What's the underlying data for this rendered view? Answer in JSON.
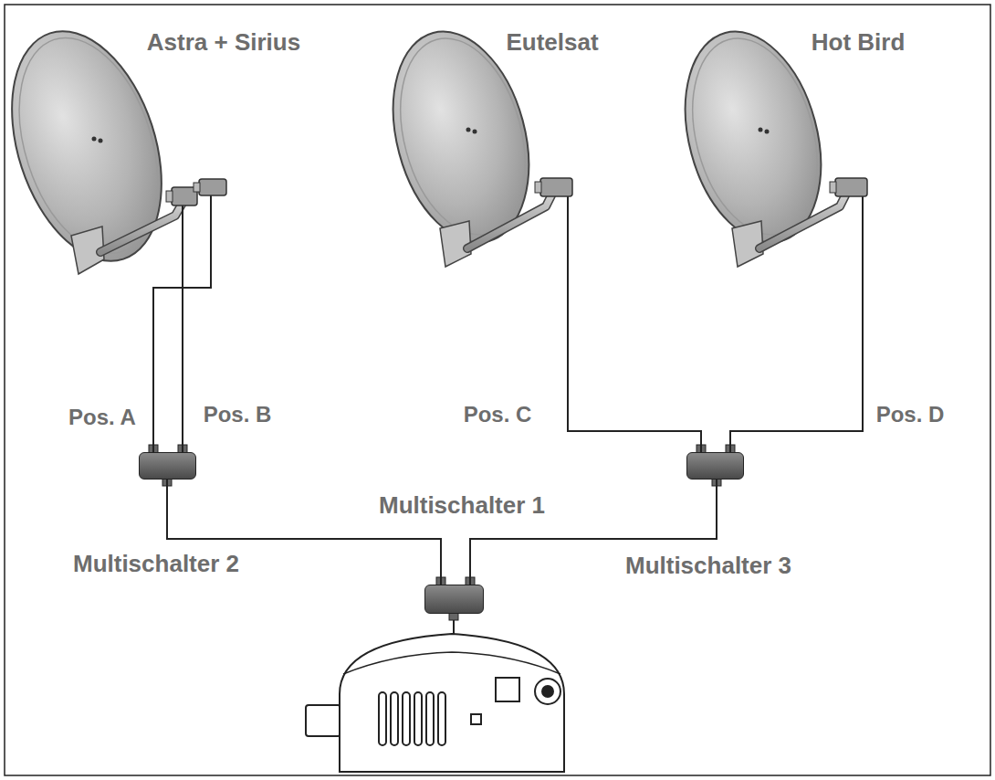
{
  "diagram": {
    "nodes": [
      {
        "text": [
          "Astra + Sirius"
        ]
      },
      {
        "text": [
          "Eutelsat"
        ]
      },
      {
        "text": [
          "Hot Bird"
        ]
      },
      {
        "text": [
          "Multischalter 2"
        ]
      },
      {
        "text": [
          "Multischalter 3"
        ]
      },
      {
        "text": [
          "Multischalter 1"
        ]
      }
    ],
    "edges": [
      {
        "from": 0,
        "to": 3,
        "label": "Pos. A",
        "arrow": "none"
      },
      {
        "from": 0,
        "to": 3,
        "label": "Pos. B",
        "arrow": "none"
      },
      {
        "from": 1,
        "to": 4,
        "label": "Pos. C",
        "arrow": "none"
      },
      {
        "from": 2,
        "to": 4,
        "label": "Pos. D",
        "arrow": "none"
      },
      {
        "from": 3,
        "to": 5,
        "arrow": "none"
      },
      {
        "from": 4,
        "to": 5,
        "arrow": "none"
      }
    ]
  }
}
